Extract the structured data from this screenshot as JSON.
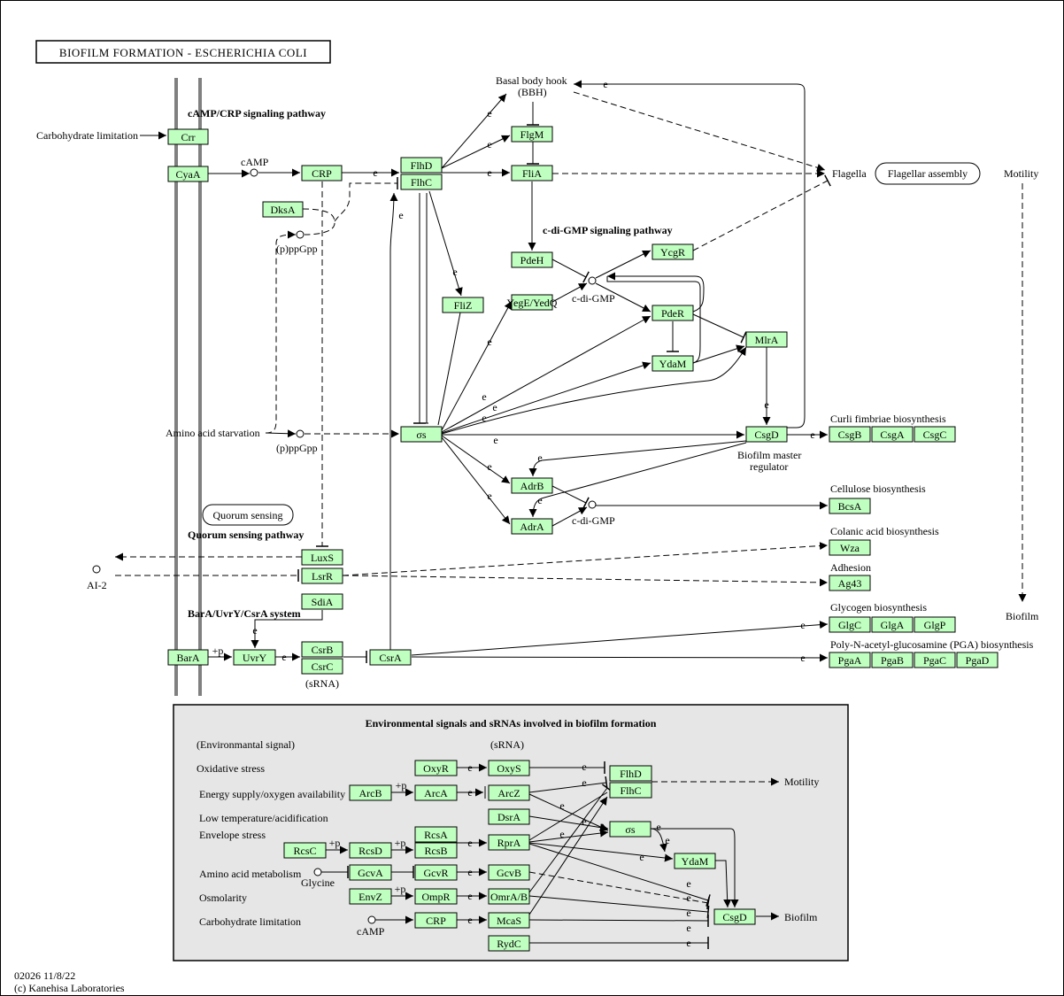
{
  "title": "BIOFILM FORMATION - ESCHERICHIA COLI",
  "colors": {
    "gene_fill": "#bfffbf",
    "inset_background": "#e6e6e6",
    "membrane": "#808080"
  },
  "edge_labels": {
    "e": "e",
    "p": "+p"
  },
  "genes": {
    "crr": "Crr",
    "cyaa": "CyaA",
    "crp": "CRP",
    "dksa": "DksA",
    "flhd": "FlhD",
    "flhc": "FlhC",
    "flgm": "FlgM",
    "flia": "FliA",
    "fliz": "FliZ",
    "pdeh": "PdeH",
    "ycgr": "YcgR",
    "yege": "YegE/YedQ",
    "pder": "PdeR",
    "ydam": "YdaM",
    "mlra": "MlrA",
    "rpos": "σs",
    "csgd": "CsgD",
    "csgb": "CsgB",
    "csga": "CsgA",
    "csgc": "CsgC",
    "adrb": "AdrB",
    "adra": "AdrA",
    "bcsa": "BcsA",
    "wza": "Wza",
    "ag43": "Ag43",
    "glgc": "GlgC",
    "glga": "GlgA",
    "glgp": "GlgP",
    "pgaa": "PgaA",
    "pgab": "PgaB",
    "pgac": "PgaC",
    "pgad": "PgaD",
    "luxs": "LuxS",
    "lsrr": "LsrR",
    "sdia": "SdiA",
    "bara": "BarA",
    "uvry": "UvrY",
    "csrb": "CsrB",
    "csrc": "CsrC",
    "csra": "CsrA"
  },
  "labels": {
    "carb_limitation": "Carbohydrate limitation",
    "camp": "cAMP",
    "camp_crp_pathway": "cAMP/CRP signaling pathway",
    "bbh_1": "Basal body hook",
    "bbh_2": "(BBH)",
    "flagella": "Flagella",
    "motility": "Motility",
    "cdigmp_pathway": "c-di-GMP signaling pathway",
    "cdigmp_1": "c-di-GMP",
    "cdigmp_2": "c-di-GMP",
    "ppgpp_1": "(p)ppGpp",
    "ppgpp_2": "(p)ppGpp",
    "aa_starvation": "Amino acid starvation",
    "curli": "Curli fimbriae biosynthesis",
    "master_1": "Biofilm master",
    "master_2": "regulator",
    "cellulose": "Cellulose biosynthesis",
    "quorum_pathway": "Quorum sensing pathway",
    "colanic": "Colanic acid biosynthesis",
    "adhesion": "Adhesion",
    "ai2": "AI-2",
    "baruvry": "BarA/UvrY/CsrA system",
    "glycogen": "Glycogen biosynthesis",
    "pga": "Poly-N-acetyl-glucosamine (PGA) biosynthesis",
    "biofilm": "Biofilm",
    "srna": "(sRNA)"
  },
  "pathway_links": {
    "flagellar_assembly": "Flagellar assembly",
    "quorum_sensing": "Quorum sensing"
  },
  "inset": {
    "title": "Environmental signals and sRNAs involved in biofilm formation",
    "col_signal": "(Environmantal signal)",
    "col_srna": "(sRNA)",
    "signals": {
      "oxidative": "Oxidative stress",
      "energy": "Energy supply/oxygen availability",
      "lowtemp": "Low temperature/acidification",
      "envelope": "Envelope stress",
      "aminoacid": "Amino acid metabolism",
      "osmolarity": "Osmolarity",
      "carb": "Carbohydrate limitation"
    },
    "compounds": {
      "glycine": "Glycine",
      "camp": "cAMP"
    },
    "motility": "Motility",
    "biofilm": "Biofilm",
    "genes": {
      "oxyr": "OxyR",
      "oxys": "OxyS",
      "arcb": "ArcB",
      "arca": "ArcA",
      "arcz": "ArcZ",
      "dsra": "DsrA",
      "rcsa": "RcsA",
      "rcsb": "RcsB",
      "rcsc": "RcsC",
      "rcsd": "RcsD",
      "rpra": "RprA",
      "gcva": "GcvA",
      "gcvr": "GcvR",
      "gcvb": "GcvB",
      "envz": "EnvZ",
      "ompr": "OmpR",
      "omra": "OmrA/B",
      "crp": "CRP",
      "mcas": "McaS",
      "rydc": "RydC",
      "flhd": "FlhD",
      "flhc": "FlhC",
      "rpos": "σs",
      "ydam": "YdaM",
      "csgd": "CsgD"
    }
  },
  "footer": {
    "code": "02026 11/8/22",
    "copyright": "(c) Kanehisa Laboratories"
  }
}
